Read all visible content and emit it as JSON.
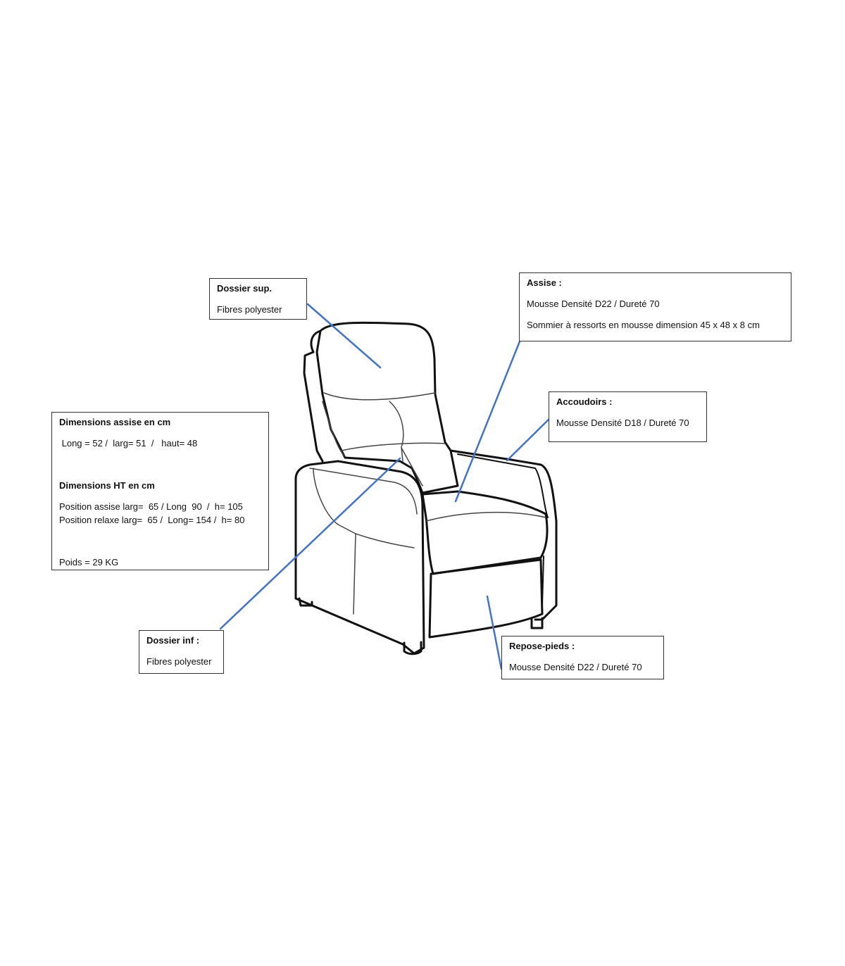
{
  "labels": {
    "dossier_sup": {
      "title": "Dossier sup.",
      "lines": [
        "Fibres polyester"
      ]
    },
    "assise": {
      "title": "Assise :",
      "lines": [
        "Mousse Densité D22 / Dureté 70",
        "Sommier à ressorts en mousse dimension 45 x 48 x 8 cm"
      ]
    },
    "accoudoirs": {
      "title": "Accoudoirs :",
      "lines": [
        "Mousse Densité D18 / Dureté 70"
      ]
    },
    "dimensions": {
      "title_assise": "Dimensions assise en cm",
      "assise_line": " Long = 52 /  larg= 51  /   haut= 48",
      "title_ht": "Dimensions HT en cm",
      "position_assise": "Position assise larg=  65 / Long  90  /  h= 105",
      "position_relaxe": "Position relaxe larg=  65 /  Long= 154 /  h= 80",
      "poids": "Poids = 29 KG"
    },
    "dossier_inf": {
      "title": "Dossier inf :",
      "lines": [
        "Fibres polyester"
      ]
    },
    "repose_pieds": {
      "title": "Repose-pieds :",
      "lines": [
        "Mousse Densité D22 / Dureté 70"
      ]
    }
  },
  "colors": {
    "leader_line": "#4472c4",
    "outline": "#111111"
  }
}
